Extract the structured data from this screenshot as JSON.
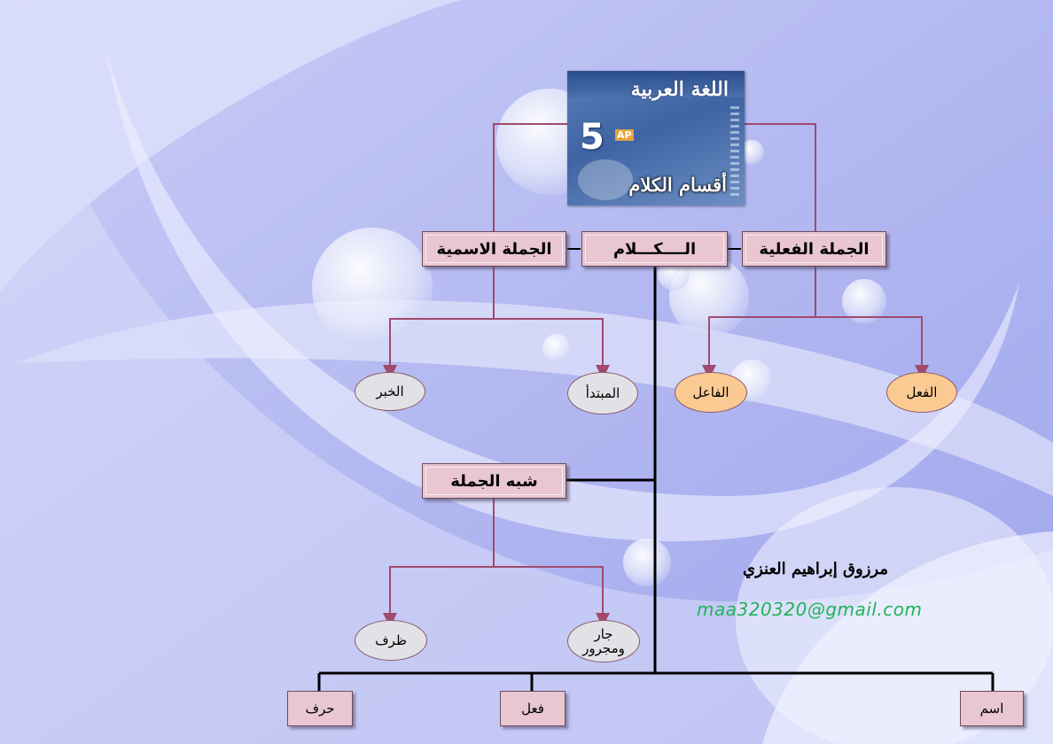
{
  "cover": {
    "title": "اللغة العربية",
    "grade": "5",
    "grade_suffix": "AP",
    "caption": "أقسام الكلام"
  },
  "nodes": {
    "kalam": "الــــكـــلام",
    "verbal_sentence": "الجملة الفعلية",
    "nominal_sentence": "الجملة الاسمية",
    "semi_sentence": "شبه الجملة",
    "fiel": "الفعل",
    "faeil": "الفاعل",
    "mubtada": "المبتدأ",
    "khabar": "الخبر",
    "jar_majrur": "جار ومجرور",
    "zarf": "ظرف",
    "ism": "اسم",
    "fiel_word": "فعل",
    "harf": "حرف"
  },
  "author": {
    "name": "مرزوق إبراهيم العنزي",
    "email": "maa320320@gmail.com"
  },
  "colors": {
    "connector": "#a04a6e",
    "trunk": "#000000",
    "box_fill": "#e8c6d2",
    "oval_gray": "#e2e2e6",
    "oval_peach": "#fbc992",
    "email": "#1fb45a"
  }
}
